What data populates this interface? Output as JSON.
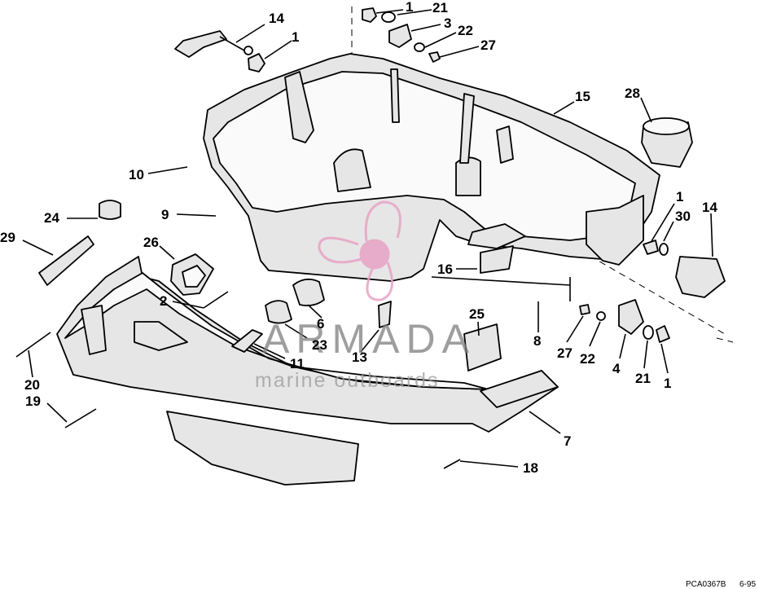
{
  "callouts": {
    "c14a": "14",
    "c1a": "1",
    "c1b": "1",
    "c21a": "21",
    "c3": "3",
    "c22a": "22",
    "c27a": "27",
    "c15": "15",
    "c28": "28",
    "c10": "10",
    "c9": "9",
    "c24": "24",
    "c29": "29",
    "c26": "26",
    "c2": "2",
    "c1c": "1",
    "c30": "30",
    "c14b": "14",
    "c16": "16",
    "c6": "6",
    "c23": "23",
    "c13": "13",
    "c11": "11",
    "c25": "25",
    "c8": "8",
    "c27b": "27",
    "c22b": "22",
    "c4": "4",
    "c21b": "21",
    "c1d": "1",
    "c20": "20",
    "c19": "19",
    "c7": "7",
    "c18": "18"
  },
  "watermark": {
    "title": "ARMADA",
    "subtitle": "marine outboards",
    "logo_color": "#e8a3c4"
  },
  "footer": {
    "code": "PCA0367B",
    "date": "6-95"
  }
}
